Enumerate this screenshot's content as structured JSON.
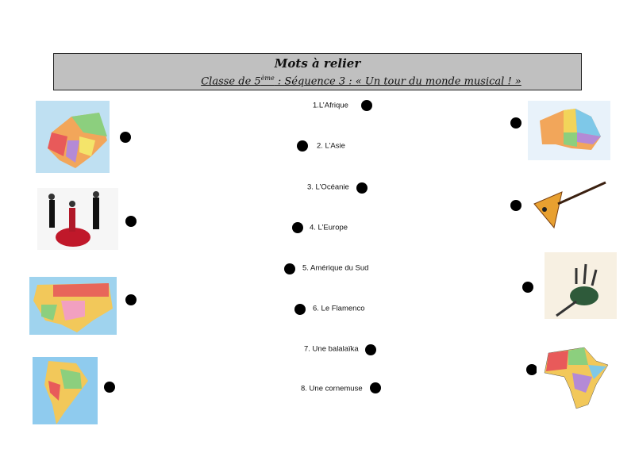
{
  "header": {
    "title": "Mots à relier",
    "subtitle_prefix": "Classe de 5",
    "subtitle_sup": "ème",
    "subtitle_rest": " : Séquence 3 : « Un tour du monde musical ! »"
  },
  "items": [
    {
      "label": "1.L’Afrique"
    },
    {
      "label": "2. L’Asie"
    },
    {
      "label": "3. L’Océanie"
    },
    {
      "label": "4. L’Europe"
    },
    {
      "label": "5. Amérique du Sud"
    },
    {
      "label": "6. Le Flamenco"
    },
    {
      "label": "7. Une balalaïka"
    },
    {
      "label": "8. Une cornemuse"
    }
  ],
  "images": {
    "left": [
      "europe-map",
      "flamenco-dancers-photo",
      "asia-map",
      "south-america-map"
    ],
    "right": [
      "australia-map",
      "balalaika-photo",
      "bagpipe-diagram",
      "africa-map"
    ]
  }
}
